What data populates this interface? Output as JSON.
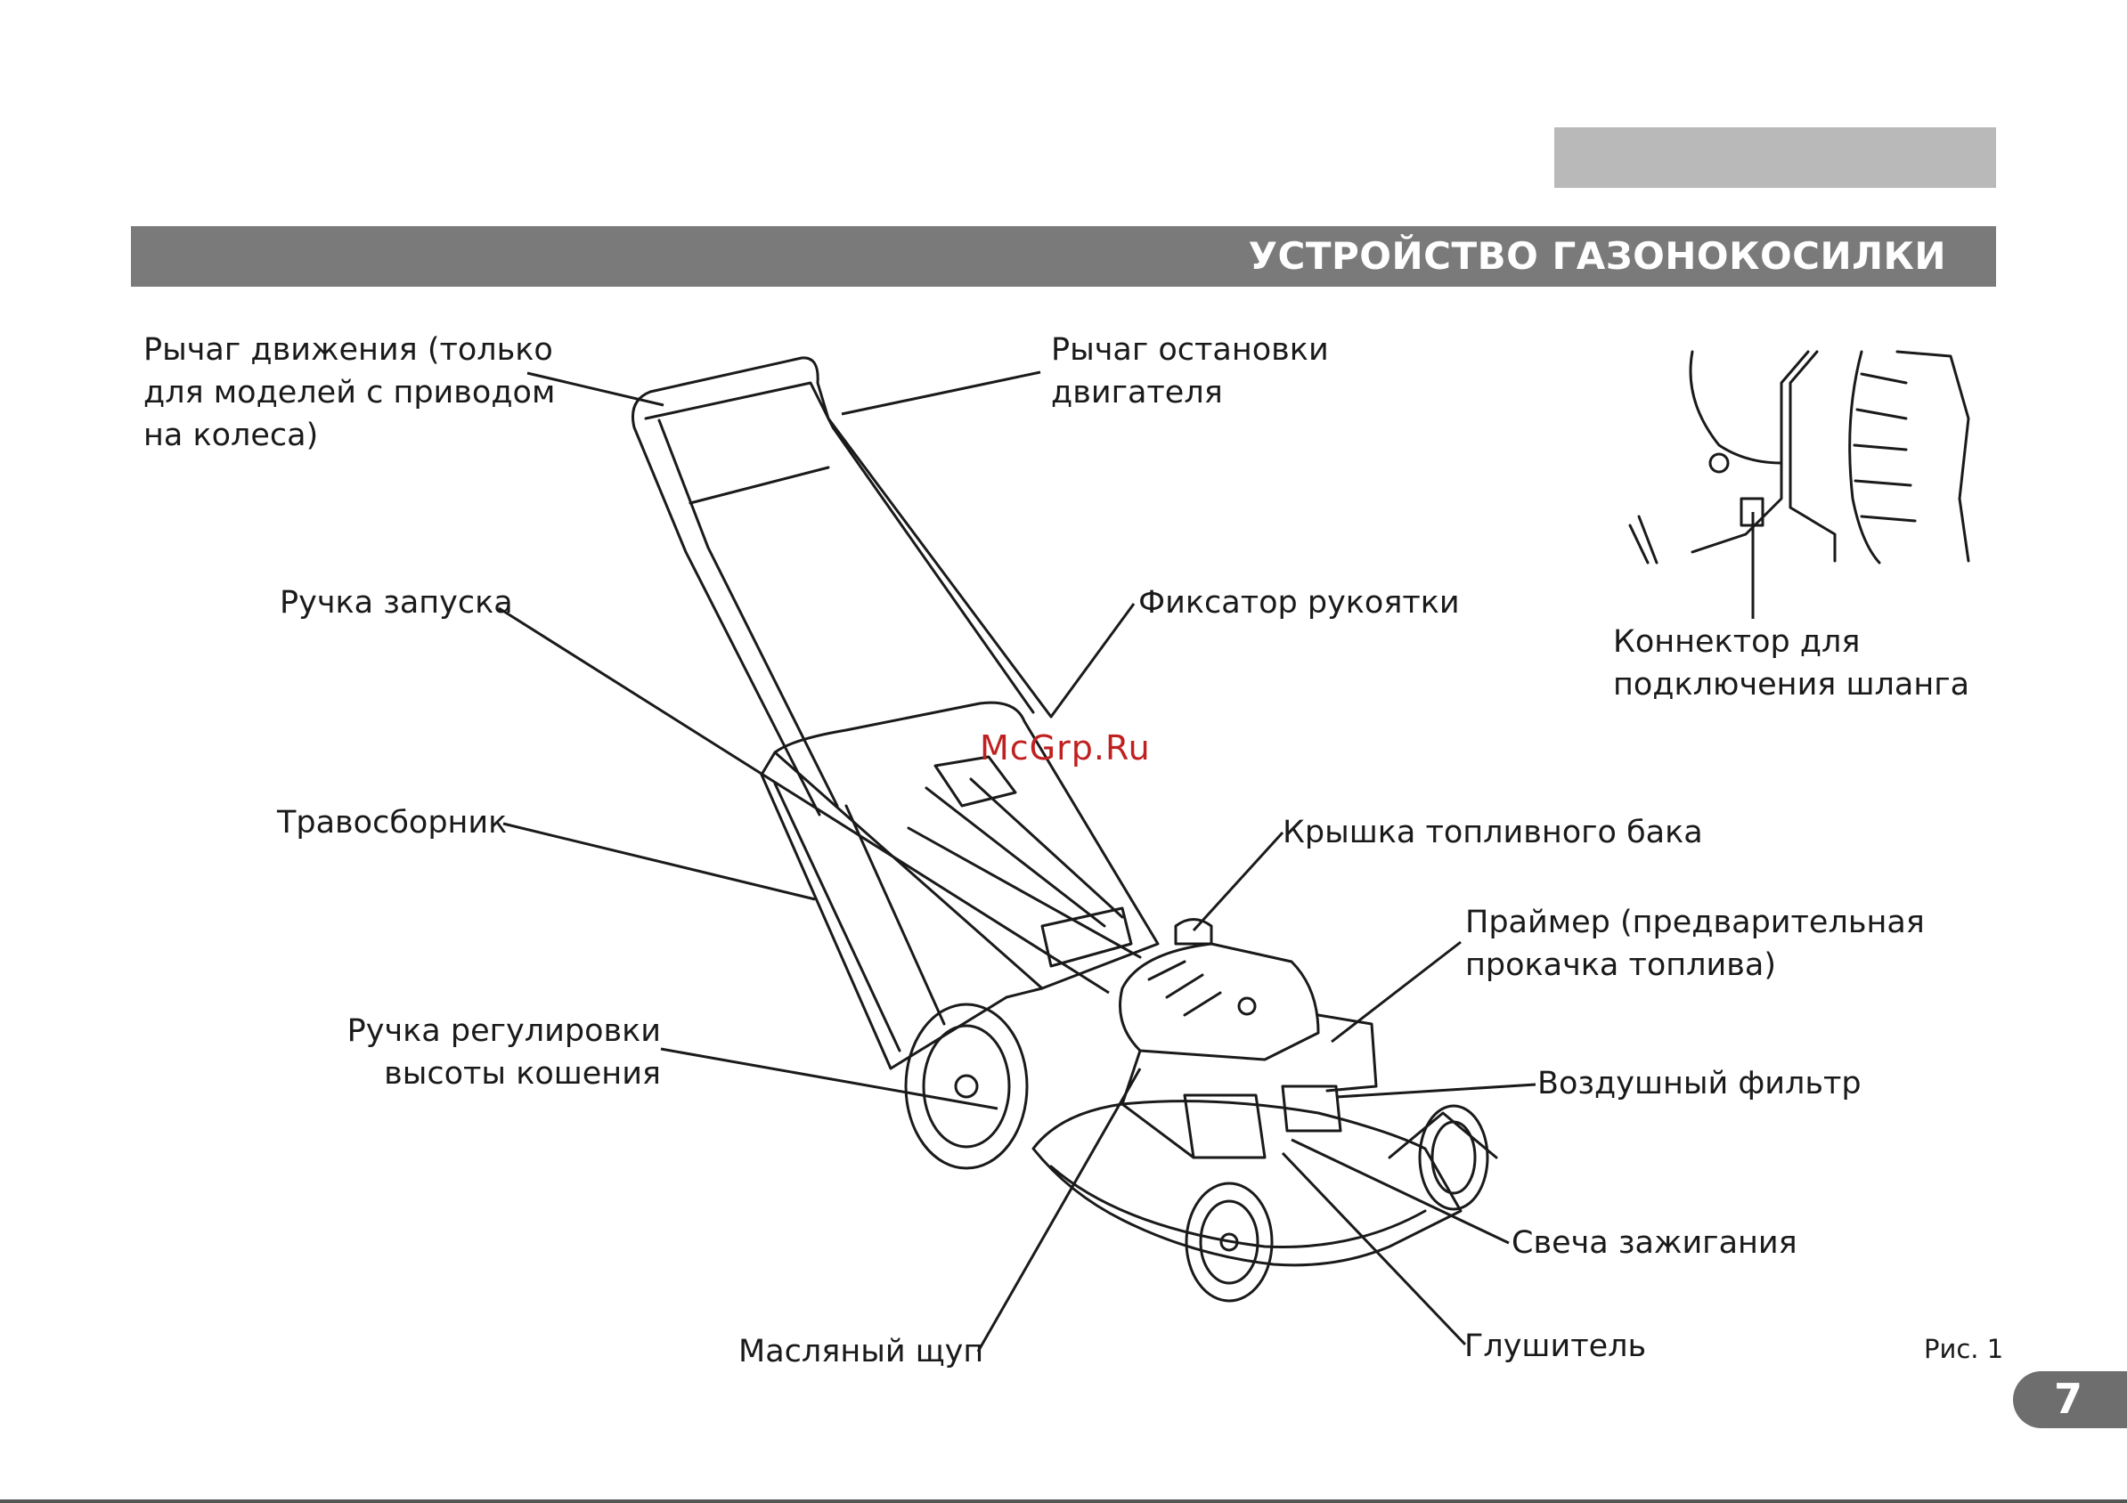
{
  "header": {
    "section_title": "УСТРОЙСТВО ГАЗОНОКОСИЛКИ"
  },
  "labels": {
    "drive_lever": "Рычаг движения (только\nдля моделей с приводом\nна колеса)",
    "engine_stop_lever": "Рычаг остановки\nдвигателя",
    "starter_handle": "Ручка запуска",
    "handle_lock": "Фиксатор рукоятки",
    "hose_connector": "Коннектор для\nподключения шланга",
    "grass_catcher": "Травосборник",
    "fuel_cap": "Крышка топливного бака",
    "primer": "Праймер (предварительная\nпрокачка топлива)",
    "height_adjust": "Ручка регулировки\nвысоты кошения",
    "air_filter": "Воздушный фильтр",
    "spark_plug": "Свеча зажигания",
    "oil_dipstick": "Масляный щуп",
    "muffler": "Глушитель"
  },
  "watermark": "McGrp.Ru",
  "figure_label": "Рис. 1",
  "page_number": "7"
}
